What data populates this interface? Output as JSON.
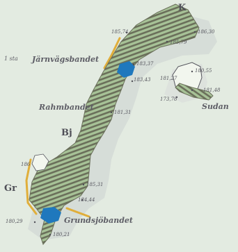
{
  "labels": {
    "place_k": "K",
    "place_bj": "Bj",
    "place_gr": "Gr",
    "prefix_1sta": "1 sta",
    "jarnvagsbandet": "Järnvägsbandet",
    "rahmbandet": "Rahmbandet",
    "sudan": "Sudan",
    "grundsjobandet": "Grundsjöbandet"
  },
  "elevations": {
    "e_186_30": "186,30",
    "e_185_74": "185,74",
    "e_185_79": "185,79",
    "e_183_37": "183,37",
    "e_183_43": "183,43",
    "e_181_27": "181,27",
    "e_181_31": "181,31",
    "e_180_55": "180,55",
    "e_181_48": "181,48",
    "e_173_78": "173,78",
    "e_186_side": "186",
    "e_185_31": "185,31",
    "e_184_44": "184,44",
    "e_180_29": "180,29",
    "e_180_21": "180,21"
  },
  "colors": {
    "background": "#e3ebe1",
    "esker_fill": "#a7c297",
    "esker_hatch": "#6a6f5a",
    "lake_blue": "#1f78bd",
    "shore_yellow": "#e0ae3a",
    "island_fill": "#f2f6ee",
    "text": "#5e5e66"
  }
}
